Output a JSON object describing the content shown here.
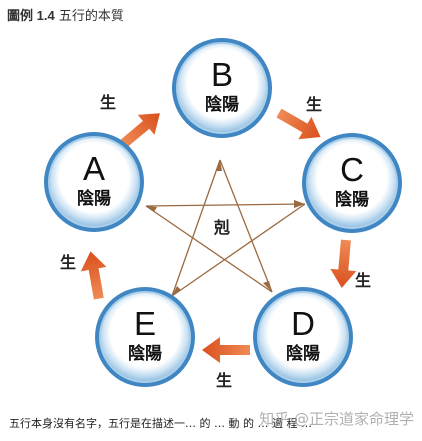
{
  "header": {
    "figure_label": "圖例 1.4",
    "title": "五行的本質"
  },
  "nodes": [
    {
      "id": "A",
      "letter": "A",
      "sub": "陰陽"
    },
    {
      "id": "B",
      "letter": "B",
      "sub": "陰陽"
    },
    {
      "id": "C",
      "letter": "C",
      "sub": "陰陽"
    },
    {
      "id": "D",
      "letter": "D",
      "sub": "陰陽"
    },
    {
      "id": "E",
      "letter": "E",
      "sub": "陰陽"
    }
  ],
  "cycle": {
    "generate_label": "生",
    "overcome_label": "剋"
  },
  "caption": "五行本身沒有名字，五行是在描述一… 的 … 動 的 … 過 程 …",
  "watermark": "知乎 @正宗道家命理学",
  "colors": {
    "arrow": "#e0602a",
    "ring_outer": "#3f86c2",
    "ring_inner": "#a9cfea",
    "star": "#9a6a40"
  }
}
